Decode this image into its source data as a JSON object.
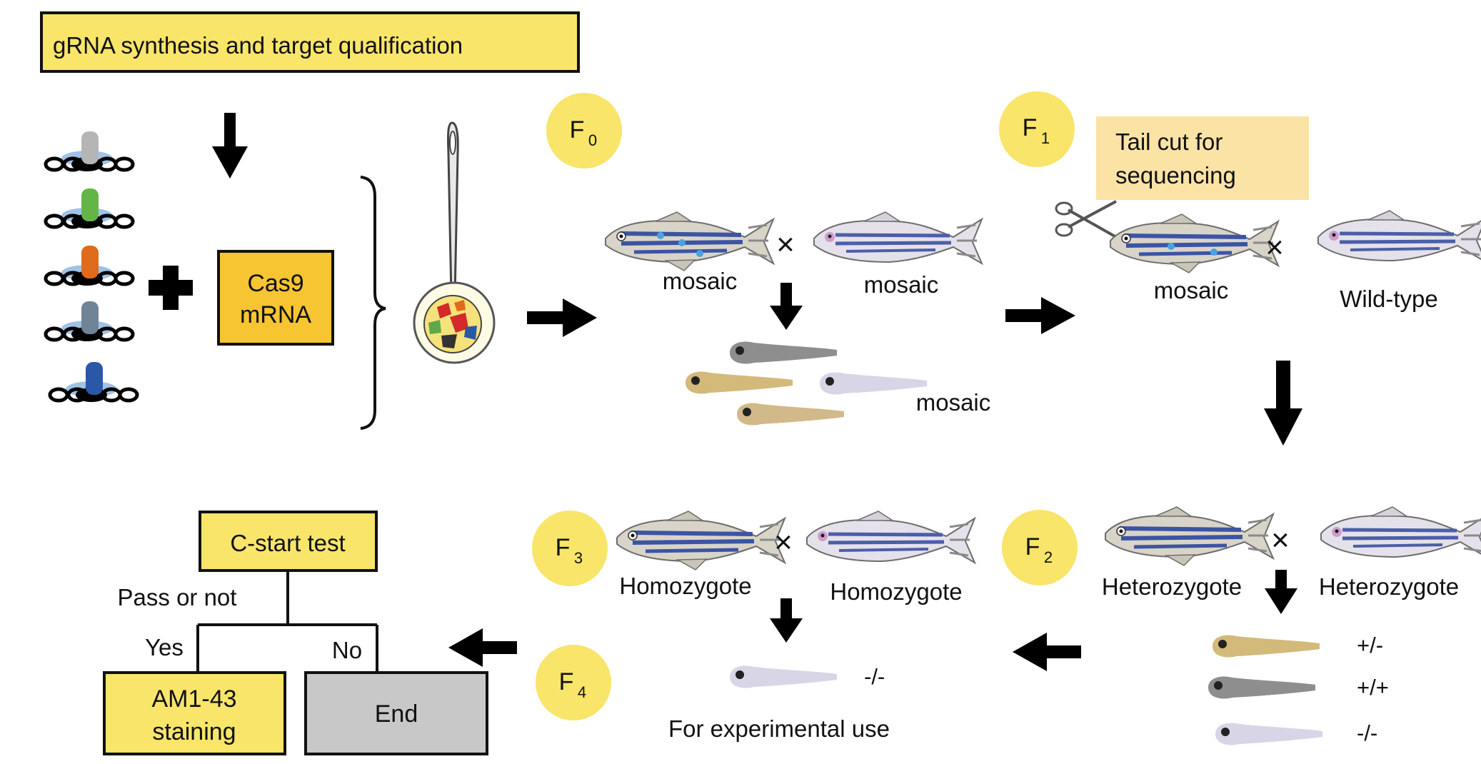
{
  "colors": {
    "box_yellow": "#f8e56a",
    "box_orange": "#f6c531",
    "box_peach": "#fbe3a6",
    "box_gray": "#c8c8c8",
    "gen_circle": "#f8e56a",
    "arrow": "#000000"
  },
  "header": {
    "title": "gRNA synthesis and target qualification"
  },
  "cas9": {
    "line1": "Cas9",
    "line2": "mRNA"
  },
  "grna_icons": [
    {
      "name": "grna-gray",
      "color": "#b5b5b5"
    },
    {
      "name": "grna-green",
      "color": "#64b548"
    },
    {
      "name": "grna-orange",
      "color": "#e06a1b"
    },
    {
      "name": "grna-slate",
      "color": "#6f8496"
    },
    {
      "name": "grna-blue",
      "color": "#2b57a8"
    }
  ],
  "generations": {
    "f0": {
      "letter": "F",
      "sub": "0"
    },
    "f1": {
      "letter": "F",
      "sub": "1"
    },
    "f2": {
      "letter": "F",
      "sub": "2"
    },
    "f3": {
      "letter": "F",
      "sub": "3"
    },
    "f4": {
      "letter": "F",
      "sub": "4"
    }
  },
  "cross_symbol": "×",
  "f0_cross": {
    "left": "mosaic",
    "right": "mosaic",
    "offspring": "mosaic"
  },
  "tail_cut": {
    "line1": "Tail cut for",
    "line2": "sequencing"
  },
  "f1_cross": {
    "left": "mosaic",
    "right": "Wild-type"
  },
  "f2_cross": {
    "left": "Heterozygote",
    "right": "Heterozygote",
    "genotypes": [
      "+/-",
      "+/+",
      "-/-"
    ]
  },
  "f3_cross": {
    "left": "Homozygote",
    "right": "Homozygote",
    "offspring": "-/-"
  },
  "f4": {
    "use": "For experimental use"
  },
  "test": {
    "title": "C-start test",
    "question": "Pass or not",
    "yes": "Yes",
    "no": "No",
    "yes_result_line1": "AM1-43",
    "yes_result_line2": "staining",
    "no_result": "End"
  }
}
